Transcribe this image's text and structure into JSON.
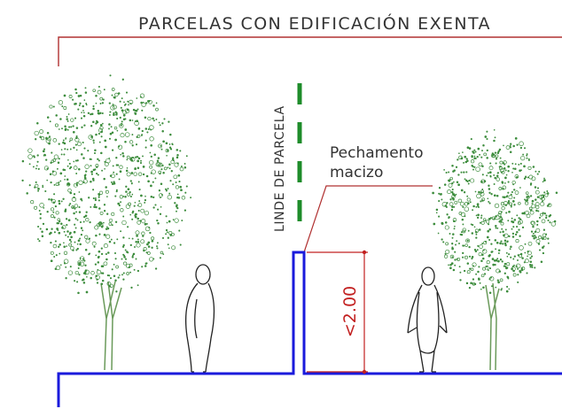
{
  "title": "PARCELAS CON EDIFICACIÓN EXENTA",
  "boundary_label": "LINDE DE PARCELA",
  "wall_label_line1": "Pechamento",
  "wall_label_line2": "macizo",
  "dimension_label": "<2.00",
  "colors": {
    "ground": "#1a1adc",
    "title_frame": "#b03030",
    "dimension": "#c22020",
    "boundary": "#1e8c2a",
    "foliage": "#3c8c3c",
    "trunk": "#6a9a5a",
    "text": "#333333",
    "figure": "#222222"
  }
}
